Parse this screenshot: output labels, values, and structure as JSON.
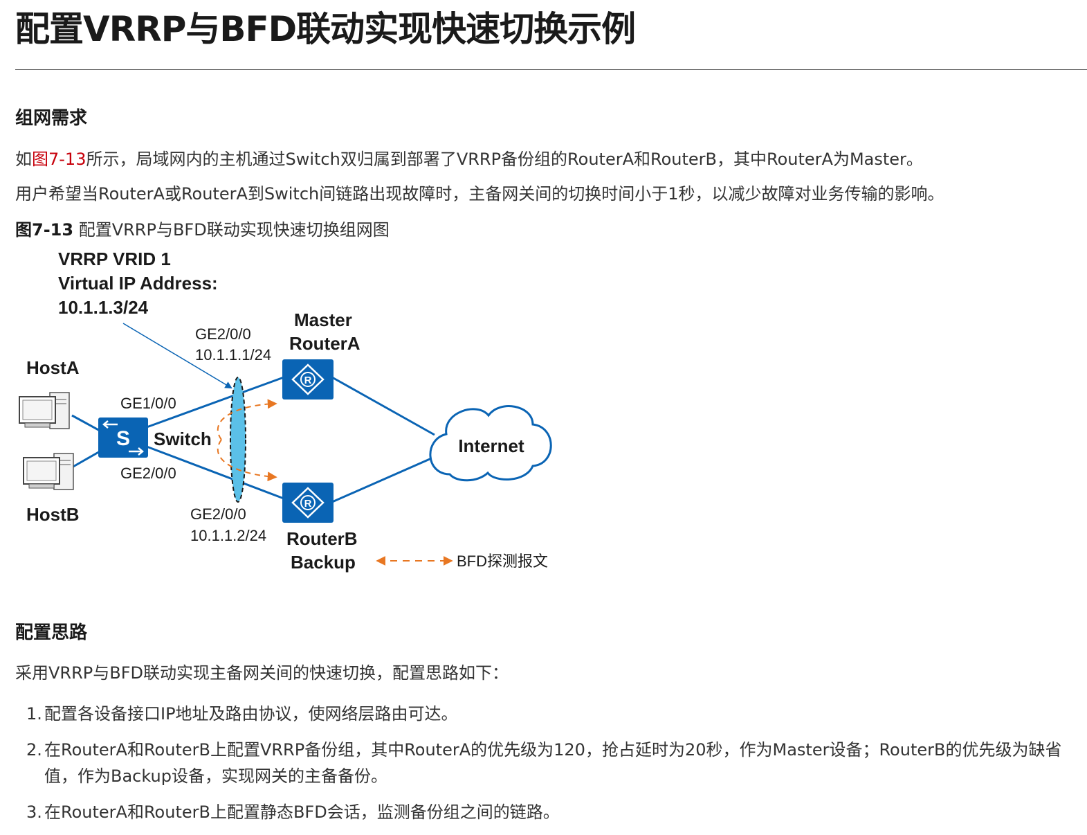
{
  "page": {
    "title": "配置VRRP与BFD联动实现快速切换示例"
  },
  "section_requirements": {
    "heading": "组网需求",
    "para1_prefix": "如",
    "para1_link": "图7-13",
    "para1_suffix": "所示，局域网内的主机通过Switch双归属到部署了VRRP备份组的RouterA和RouterB，其中RouterA为Master。",
    "para2": "用户希望当RouterA或RouterA到Switch间链路出现故障时，主备网关间的切换时间小于1秒，以减少故障对业务传输的影响。"
  },
  "figure": {
    "label": "图7-13",
    "caption": "配置VRRP与BFD联动实现快速切换组网图",
    "vrrp_line1": "VRRP VRID 1",
    "vrrp_line2": "Virtual IP Address:",
    "vrrp_line3": "10.1.1.3/24",
    "hostA": "HostA",
    "hostB": "HostB",
    "switch": "Switch",
    "switch_icon_letter": "S",
    "router_icon_letter": "R",
    "sw_port1": "GE1/0/0",
    "sw_port2": "GE2/0/0",
    "routerA_port": "GE2/0/0",
    "routerA_ip": "10.1.1.1/24",
    "routerA_role": "Master",
    "routerA_name": "RouterA",
    "routerB_port": "GE2/0/0",
    "routerB_ip": "10.1.1.2/24",
    "routerB_name": "RouterB",
    "routerB_role": "Backup",
    "internet": "Internet",
    "legend": "BFD探测报文",
    "colors": {
      "device_blue": "#0a64b4",
      "link_blue": "#0a64b4",
      "vip_cyan": "#5bc0e8",
      "bfd_orange": "#e87722"
    }
  },
  "section_approach": {
    "heading": "配置思路",
    "intro": "采用VRRP与BFD联动实现主备网关间的快速切换，配置思路如下：",
    "steps": [
      {
        "num": "1.",
        "line1": "配置各设备接口IP地址及路由协议，使网络层路由可达。",
        "line2": ""
      },
      {
        "num": "2.",
        "line1": "在RouterA和RouterB上配置VRRP备份组，其中RouterA的优先级为120，抢占延时为20秒，作为Master设备；RouterB的优先级为缺省",
        "line2": "值，作为Backup设备，实现网关的主备备份。"
      },
      {
        "num": "3.",
        "line1": "在RouterA和RouterB上配置静态BFD会话，监测备份组之间的链路。",
        "line2": ""
      }
    ]
  }
}
